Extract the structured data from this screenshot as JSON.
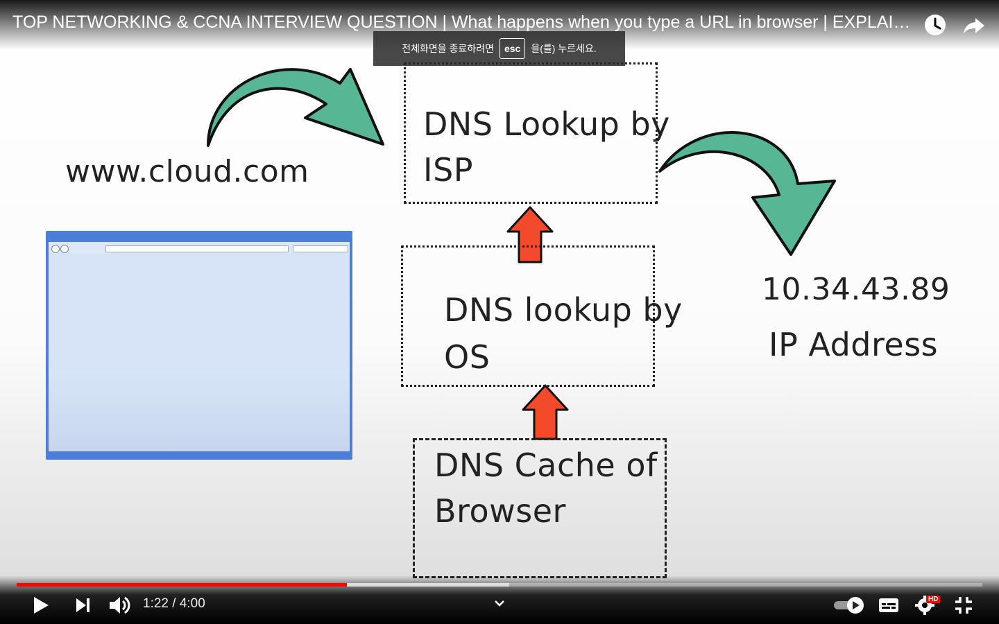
{
  "video": {
    "title": "TOP NETWORKING & CCNA INTERVIEW QUESTION | What happens when you type a URL in browser | EXPLAINED",
    "fullscreen_toast": {
      "before": "전체화면을 종료하려면",
      "key": "esc",
      "after": "을(를) 누르세요."
    }
  },
  "slide": {
    "url": "www.cloud.com",
    "box_isp": [
      "DNS Lookup by",
      "ISP"
    ],
    "box_os": [
      "DNS lookup by",
      "OS"
    ],
    "box_cache": [
      "DNS Cache of",
      "Browser"
    ],
    "ip": "10.34.43.89",
    "ip_label": "IP Address"
  },
  "player": {
    "current_time": "1:22",
    "separator": "/",
    "duration": "4:00",
    "progress_fraction": 0.342,
    "buffered_fraction": 0.51,
    "hd_badge": "HD"
  },
  "colors": {
    "accent_green": "#57b794",
    "arrow_red": "#f24a2a",
    "progress_red": "#ff0000"
  }
}
